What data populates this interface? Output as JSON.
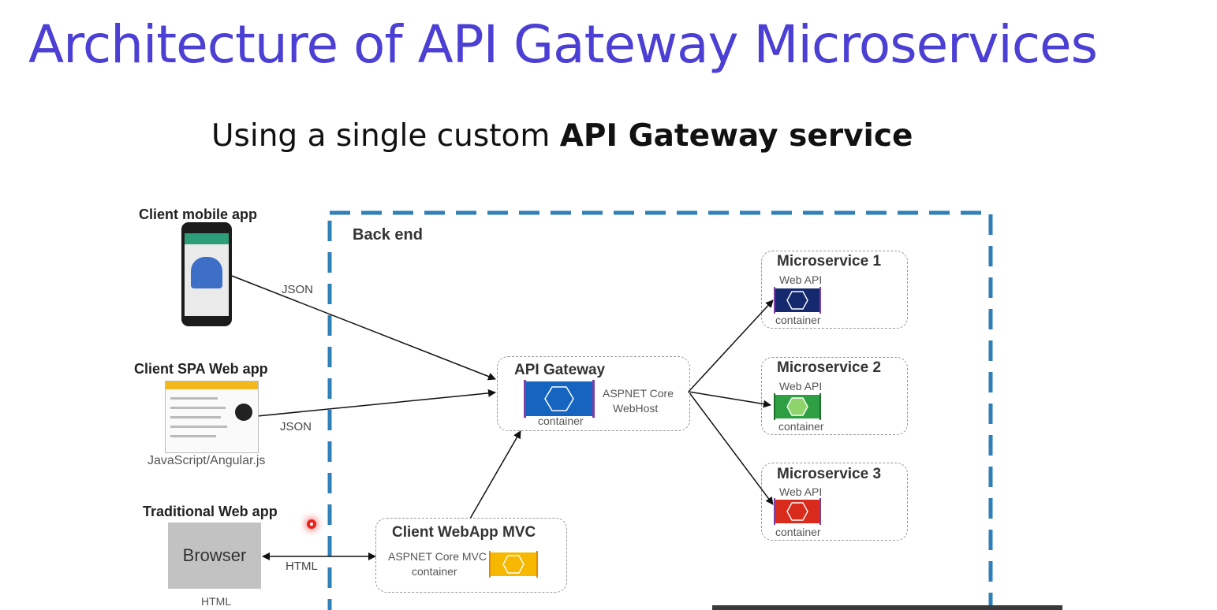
{
  "title": "Architecture of API Gateway Microservices",
  "subtitle": {
    "prefix": "Using a single custom ",
    "bold": "API Gateway service"
  },
  "clients": {
    "mobile": {
      "label": "Client mobile app",
      "connection": "JSON"
    },
    "spa": {
      "label": "Client SPA Web app",
      "connection": "JSON",
      "caption": "JavaScript/Angular.js"
    },
    "traditional": {
      "label": "Traditional Web app",
      "browser": "Browser",
      "caption": "HTML",
      "connection": "HTML"
    }
  },
  "backend": {
    "label": "Back end",
    "gateway": {
      "title": "API Gateway",
      "host_line1": "ASPNET Core",
      "host_line2": "WebHost",
      "container": "container"
    },
    "webapp": {
      "title": "Client WebApp MVC",
      "line1": "ASPNET Core MVC",
      "line2": "container"
    },
    "microservices": [
      {
        "title": "Microservice 1",
        "api": "Web API",
        "container": "container"
      },
      {
        "title": "Microservice 2",
        "api": "Web API",
        "container": "container"
      },
      {
        "title": "Microservice 3",
        "api": "Web API",
        "container": "container"
      }
    ]
  },
  "colors": {
    "title": "#4b3fd4",
    "backend_border": "#2f7fb8",
    "gateway": "#1565c0",
    "ms1": "#14296e",
    "ms2": "#2ea043",
    "ms3": "#d92b1c",
    "webapp": "#f6b800"
  },
  "icons": [
    "phone-icon",
    "browser-window-icon",
    "container-hexagon-icon"
  ]
}
